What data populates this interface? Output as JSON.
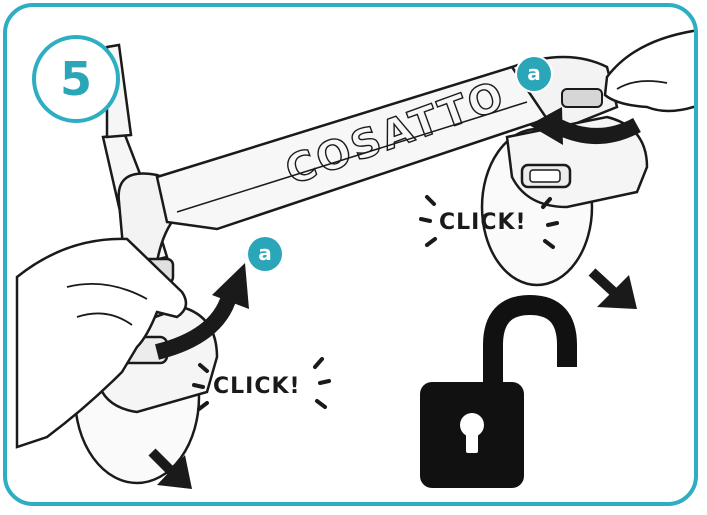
{
  "step": {
    "number": "5"
  },
  "callouts": [
    {
      "label": "a"
    },
    {
      "label": "a"
    }
  ],
  "sounds": [
    {
      "text": "CLICK!"
    },
    {
      "text": "CLICK!"
    }
  ],
  "brand": {
    "text": "COSATTO"
  },
  "colors": {
    "accent": "#2aa6b8",
    "border": "#2eaec1",
    "line": "#1a1a1a",
    "fill": "#f7f7f7"
  },
  "icons": {
    "lock": "unlocked-padlock-icon"
  }
}
